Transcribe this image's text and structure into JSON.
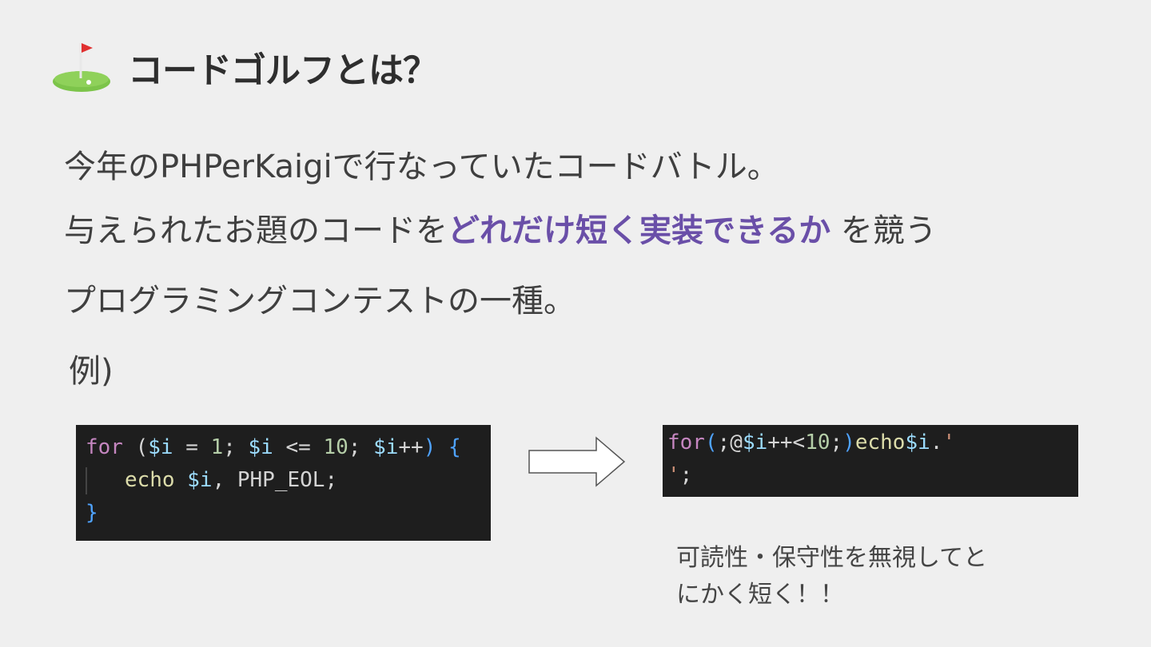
{
  "header": {
    "title": "コードゴルフとは？",
    "icon": "golf-green-icon"
  },
  "body": {
    "line1": "今年のPHPerKaigiで行なっていたコードバトル。",
    "line2_prefix": "与えられたお題のコードを",
    "line2_highlight": "どれだけ短く実装できるか",
    "line2_suffix": " を競う",
    "line3": "プログラミングコンテストの一種。",
    "example_label": "例)"
  },
  "code_before": {
    "line1": {
      "kw": "for",
      "p1": " (",
      "v1": "$i",
      "op1": " = ",
      "n1": "1",
      "s1": "; ",
      "v2": "$i",
      "op2": " <= ",
      "n2": "10",
      "s2": "; ",
      "v3": "$i",
      "op3": "++",
      "p2": ")",
      "p3": " {"
    },
    "line2": {
      "fn": "echo",
      "sp": " ",
      "v": "$i",
      "rest": ", PHP_EOL;"
    },
    "line3": {
      "p": "}"
    }
  },
  "code_after": {
    "line1": {
      "kw": "for",
      "p1": "(",
      "t1": ";@",
      "v1": "$i",
      "t2": "++<",
      "n": "10",
      "t3": ";",
      "p2": ")",
      "fn": "echo",
      "v2": "$i",
      "t4": ".",
      "s": "'"
    },
    "line2": {
      "s": "'",
      "t": ";"
    }
  },
  "note": {
    "line1": "可読性・保守性を無視してと",
    "line2": "にかく短く！！"
  },
  "colors": {
    "background": "#efefef",
    "highlight": "#6a4fa8",
    "code_bg": "#1e1e1e"
  }
}
